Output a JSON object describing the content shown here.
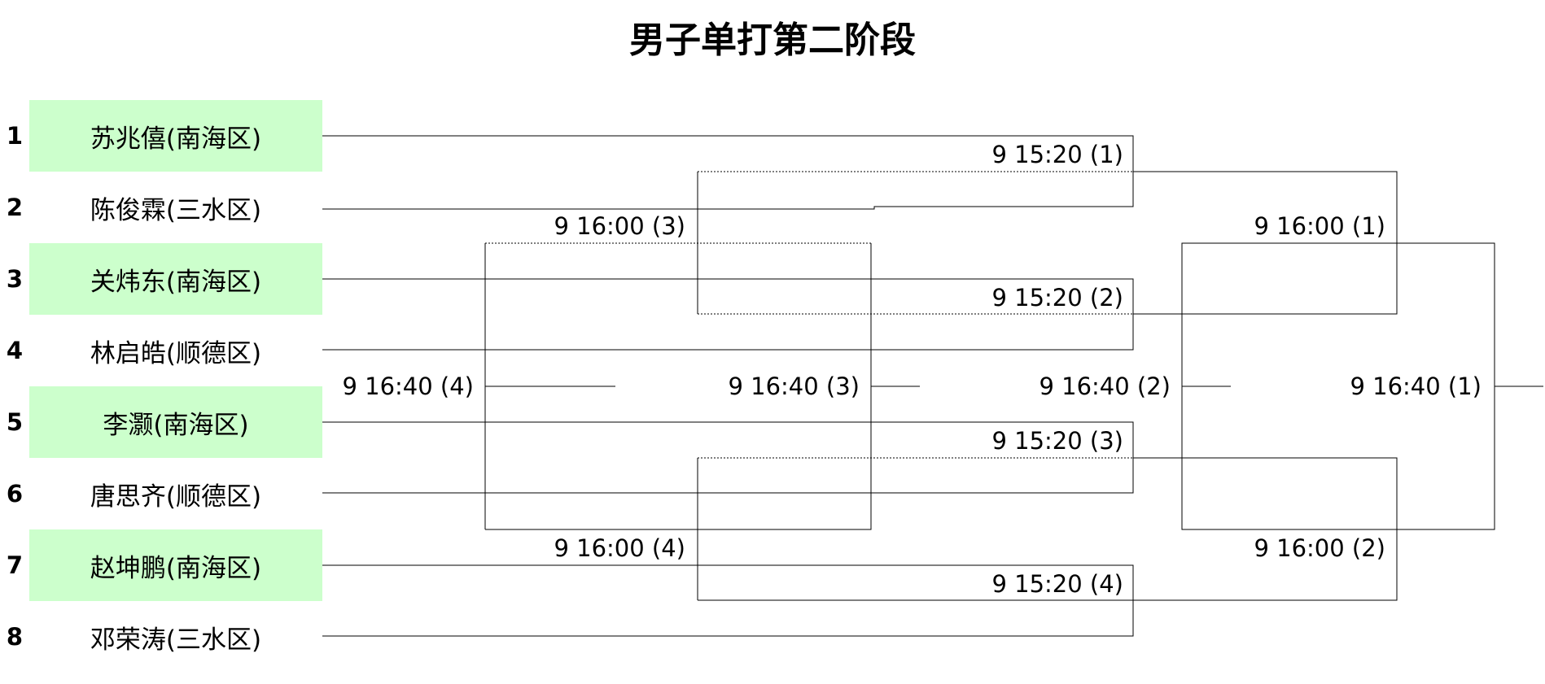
{
  "title": "男子单打第二阶段",
  "players": [
    {
      "seed": "1",
      "name": "苏兆僖(南海区)",
      "highlight": true
    },
    {
      "seed": "2",
      "name": "陈俊霖(三水区)",
      "highlight": false
    },
    {
      "seed": "3",
      "name": "关炜东(南海区)",
      "highlight": true
    },
    {
      "seed": "4",
      "name": "林启皓(顺德区)",
      "highlight": false
    },
    {
      "seed": "5",
      "name": "李灏(南海区)",
      "highlight": true
    },
    {
      "seed": "6",
      "name": "唐思齐(顺德区)",
      "highlight": false
    },
    {
      "seed": "7",
      "name": "赵坤鹏(南海区)",
      "highlight": true
    },
    {
      "seed": "8",
      "name": "邓荣涛(三水区)",
      "highlight": false
    }
  ],
  "matches": {
    "r1": [
      "9 15:20 (1)",
      "9 15:20 (2)",
      "9 15:20 (3)",
      "9 15:20 (4)"
    ],
    "qf_left": [
      "9 16:00 (3)",
      "9 16:00 (4)"
    ],
    "qf_right": [
      "9 16:00 (1)",
      "9 16:00 (2)"
    ],
    "place": [
      "9 16:40 (4)",
      "9 16:40 (3)",
      "9 16:40 (2)",
      "9 16:40 (1)"
    ]
  },
  "colors": {
    "highlight": "#ccffcc",
    "line": "#000000"
  }
}
